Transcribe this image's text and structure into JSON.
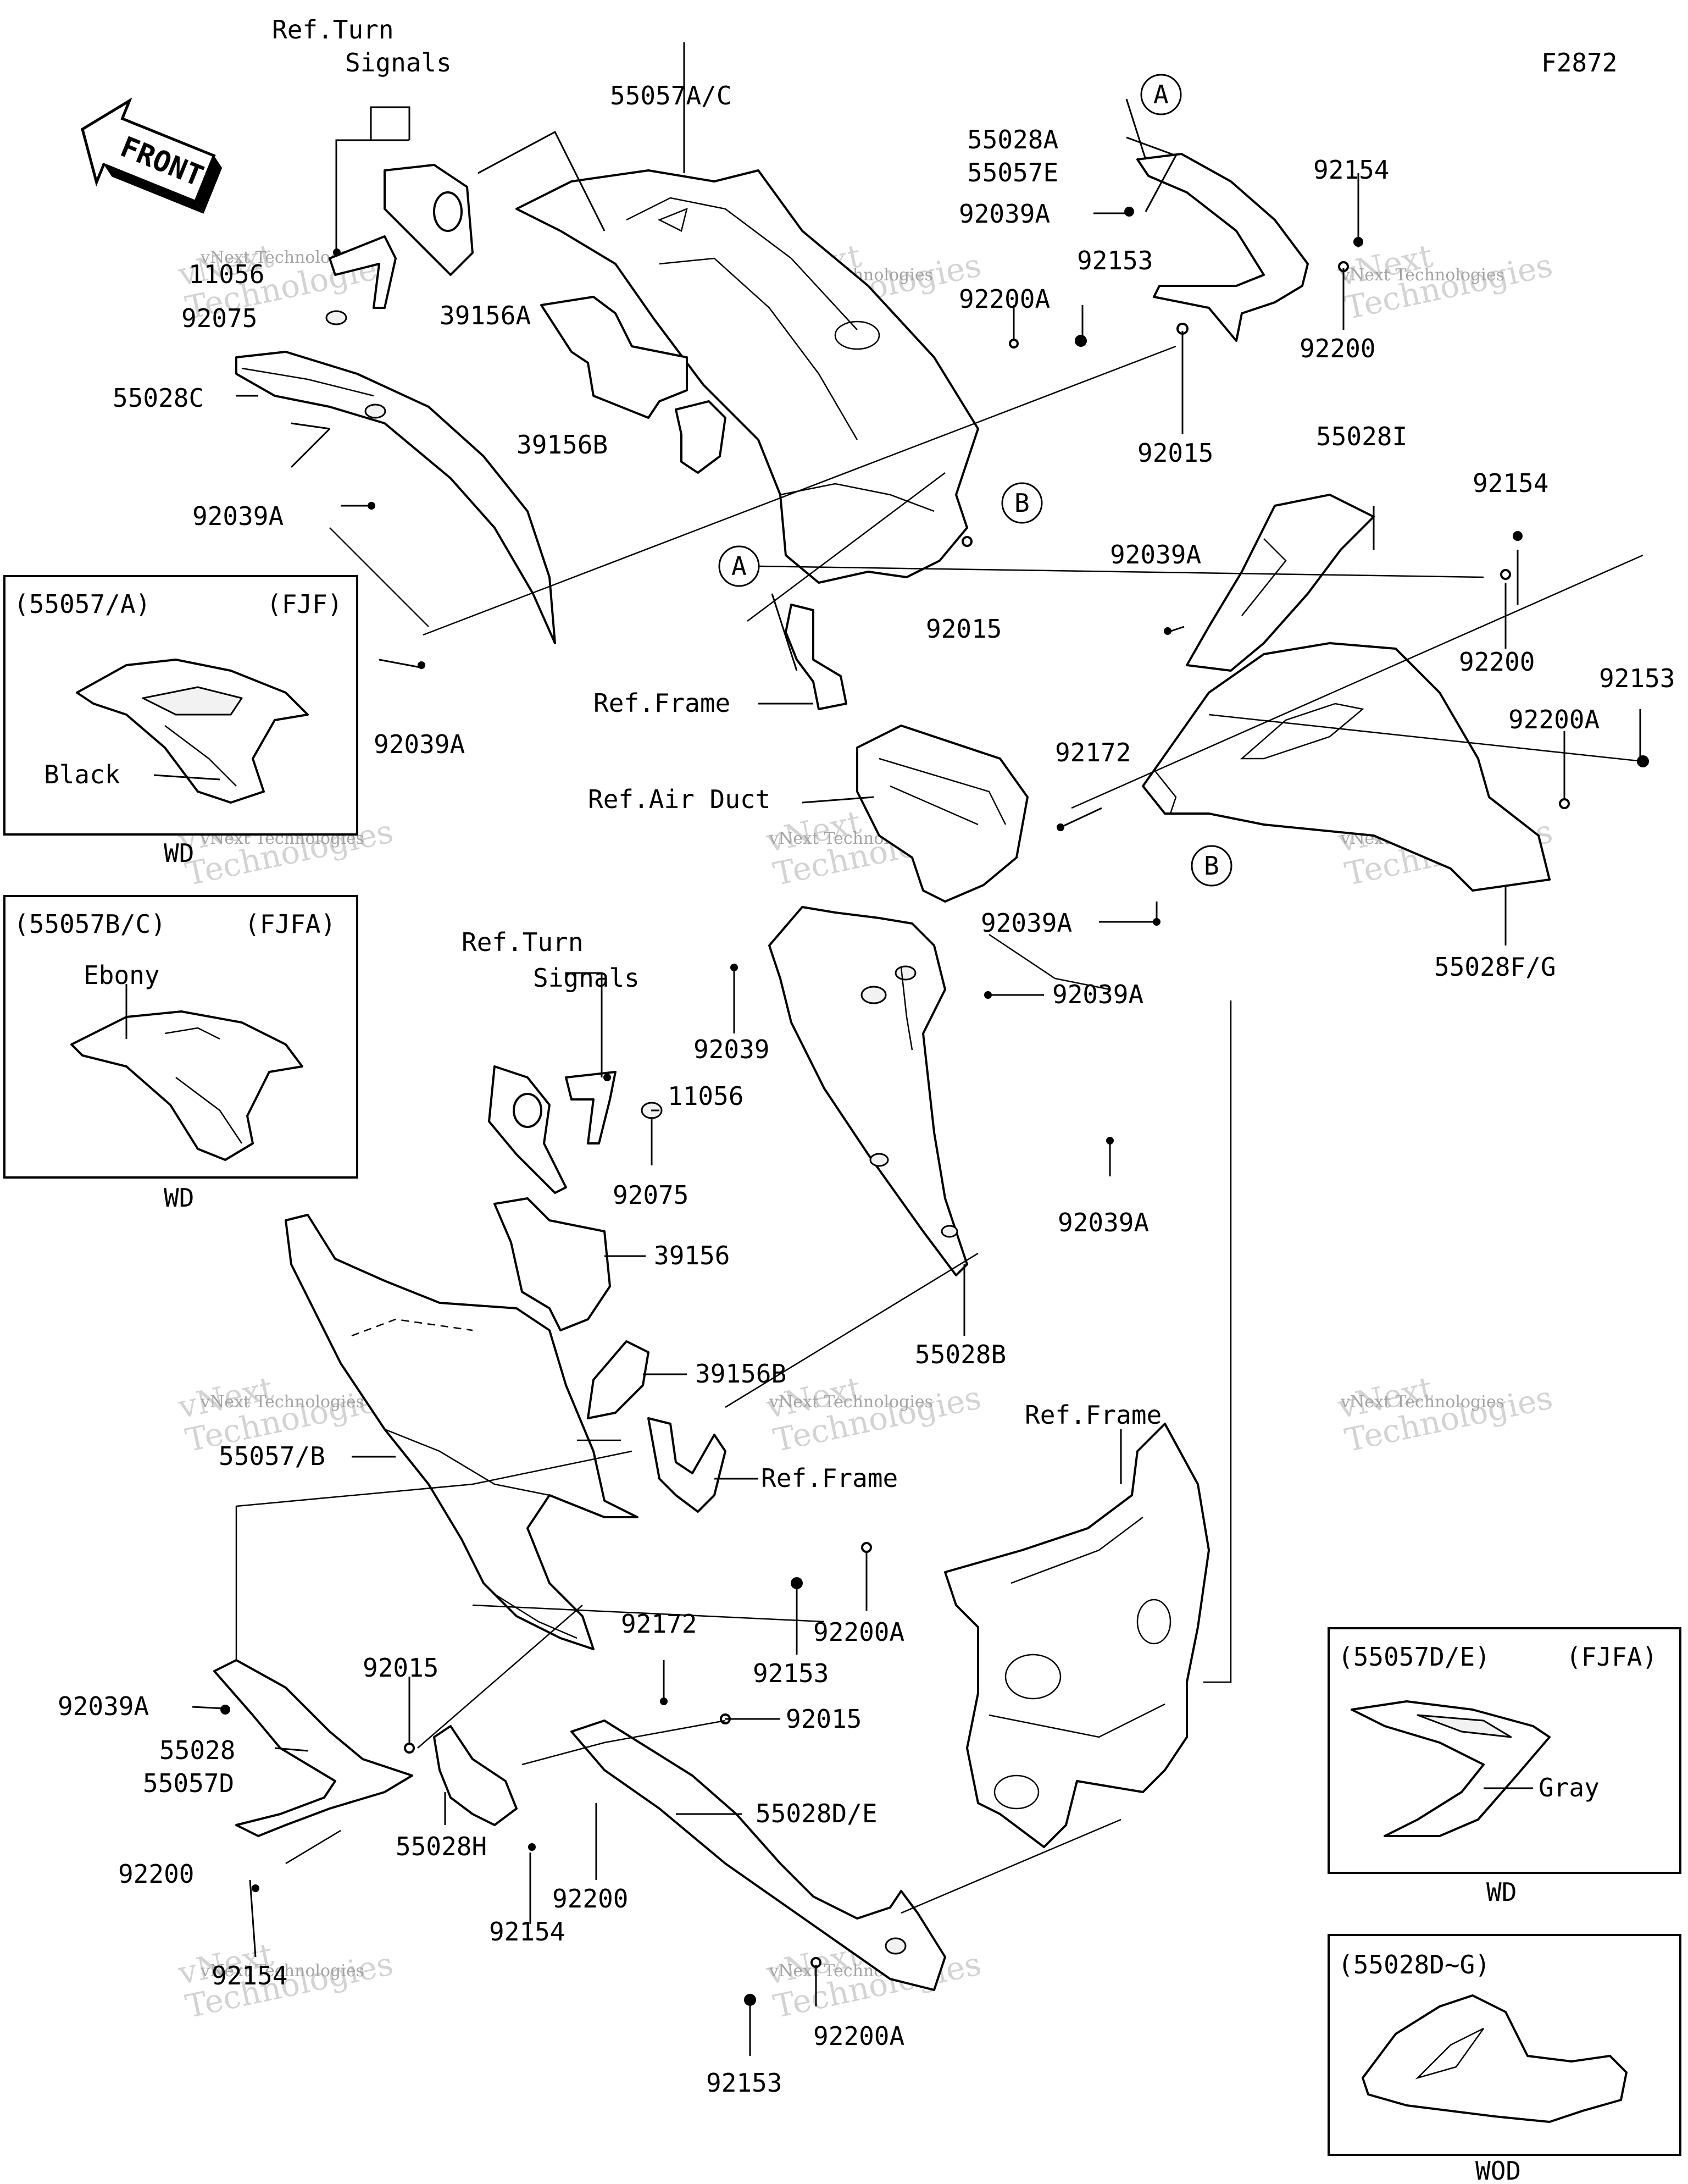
{
  "diagram_id": "F2872",
  "front_label": "FRONT",
  "watermark": {
    "line1": "vNext",
    "line2": "Technologies",
    "small": "vNext Technologies"
  },
  "callouts": {
    "a": "A",
    "b": "B"
  },
  "labels": {
    "ref_turn_signals_1a": "Ref.Turn",
    "ref_turn_signals_1b": "Signals",
    "p55057ac": "55057A/C",
    "p55028a": "55028A",
    "p55057e": "55057E",
    "p92039a_top": "92039A",
    "p92154_top": "92154",
    "p92153_top": "92153",
    "p92200a_top": "92200A",
    "p92200_top": "92200",
    "p11056_top": "11056",
    "p92075_top": "92075",
    "p39156a": "39156A",
    "p39156b_top": "39156B",
    "p55028c": "55028C",
    "p92039a_left": "92039A",
    "p92039a_left2": "92039A",
    "p92015_top": "92015",
    "p92015_mid": "92015",
    "p55028i": "55028I",
    "p92154_right": "92154",
    "p92039a_right": "92039A",
    "p92200_right": "92200",
    "p92153_right": "92153",
    "p92200a_right": "92200A",
    "p92172_right": "92172",
    "ref_frame_top": "Ref.Frame",
    "ref_air_duct": "Ref.Air Duct",
    "p92039a_right2": "92039A",
    "p55028fg": "55028F/G",
    "p92039": "92039",
    "p92039a_mid": "92039A",
    "p92039a_mid2": "92039A",
    "ref_turn_signals_2a": "Ref.Turn",
    "ref_turn_signals_2b": "Signals",
    "p11056_mid": "11056",
    "p92075_mid": "92075",
    "p39156": "39156",
    "p39156b_mid": "39156B",
    "p55028b": "55028B",
    "ref_frame_mid": "Ref.Frame",
    "ref_frame_bottom": "Ref.Frame",
    "p55057b": "55057/B",
    "p92153_bot": "92153",
    "p92200a_bot": "92200A",
    "p92172_bot": "92172",
    "p92015_bot": "92015",
    "p92015_bot2": "92015",
    "p92039a_bot": "92039A",
    "p55028": "55028",
    "p55057d": "55057D",
    "p55028de": "55028D/E",
    "p55028h": "55028H",
    "p92200_bot": "92200",
    "p92200_bot2": "92200",
    "p92154_bot": "92154",
    "p92154_bot2": "92154",
    "p92153_bot2": "92153",
    "p92200a_bot2": "92200A"
  },
  "insets": [
    {
      "code": "(55057/A)",
      "model": "(FJF)",
      "color_label": "Black",
      "caption": "WD"
    },
    {
      "code": "(55057B/C)",
      "model": "(FJFA)",
      "color_label": "Ebony",
      "caption": "WD"
    },
    {
      "code": "(55057D/E)",
      "model": "(FJFA)",
      "color_label": "Gray",
      "caption": "WD"
    },
    {
      "code": "(55028D~G)",
      "model": "",
      "color_label": "",
      "caption": "WOD"
    }
  ]
}
